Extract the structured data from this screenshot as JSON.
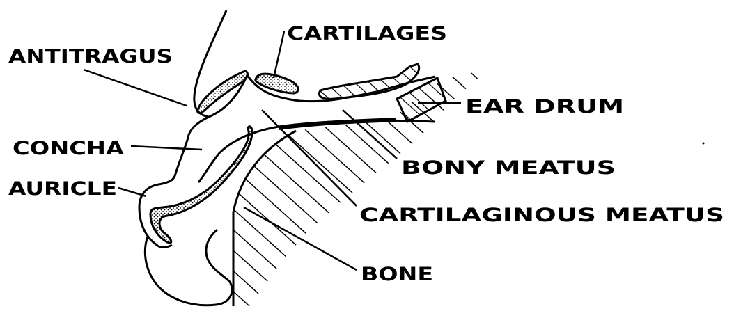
{
  "labels": {
    "cartilages": "CARTILAGES",
    "antitragus": "ANTITRAGUS",
    "ear_drum": "EAR DRUM",
    "concha": "CONCHA",
    "bony_meatus": "BONY MEATUS",
    "auricle": "AURICLE",
    "cartilaginous_meatus": "CARTILAGINOUS MEATUS",
    "bone": "BONE"
  },
  "colors": {
    "ink": "#000000",
    "background": "#ffffff"
  }
}
